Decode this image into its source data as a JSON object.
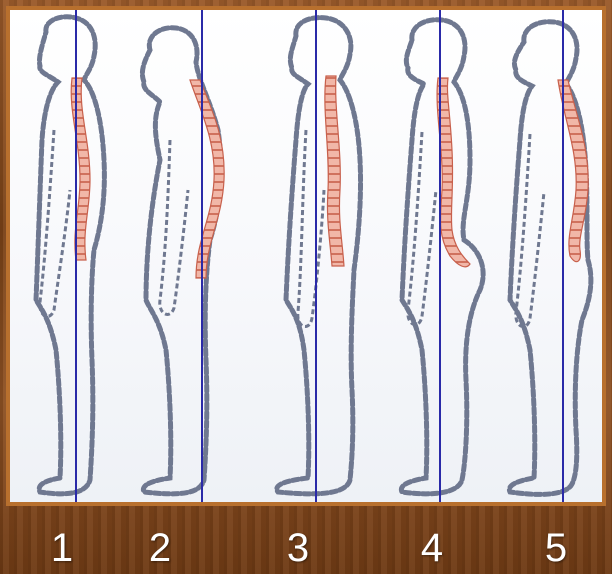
{
  "figures": [
    {
      "number": "1",
      "posture": "normal"
    },
    {
      "number": "2",
      "posture": "kyphotic"
    },
    {
      "number": "3",
      "posture": "flat"
    },
    {
      "number": "4",
      "posture": "lordotic"
    },
    {
      "number": "5",
      "posture": "sway"
    }
  ],
  "colors": {
    "plumb_line": "#2a2aa8",
    "outline": "#6f7890",
    "spine": "#d87a66",
    "frame": "#b8702e",
    "label_text": "#ffffff"
  }
}
